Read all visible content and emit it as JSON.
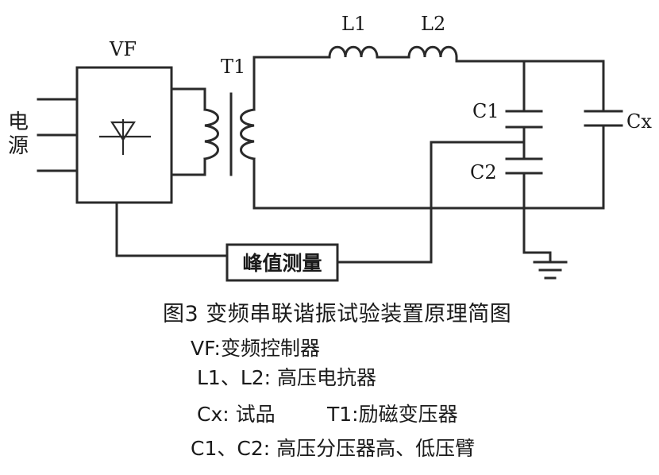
{
  "labels": {
    "vf": "VF",
    "t1": "T1",
    "l1": "L1",
    "l2": "L2",
    "c1": "C1",
    "c2": "C2",
    "cx": "Cx",
    "source_line1": "电",
    "source_line2": "源",
    "peak_box": "峰值测量"
  },
  "caption": "图3 变频串联谐振试验装置原理简图",
  "legend": {
    "vf": {
      "key": "VF:",
      "value": "变频控制器"
    },
    "l": {
      "key": "L1、L2:",
      "value": " 高压电抗器"
    },
    "cx": {
      "key": "Cx:",
      "value": " 试品"
    },
    "t1": {
      "key": "T1:",
      "value": "励磁变压器"
    },
    "c": {
      "key": "C1、C2:",
      "value": " 高压分压器高、低压臂"
    }
  }
}
